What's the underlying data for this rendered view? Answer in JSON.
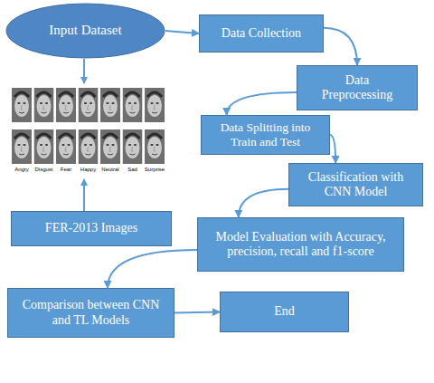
{
  "diagram": {
    "nodes": [
      {
        "text": [
          "Input Dataset"
        ]
      },
      {
        "text": [
          "Data Collection"
        ]
      },
      {
        "text": [
          "Data Preprocessing"
        ]
      },
      {
        "text": [
          "Data Splitting into Train and Test"
        ]
      },
      {
        "text": [
          "Classification with CNN Model"
        ]
      },
      {
        "text": [
          "Model Evaluation with Accuracy, precision, recall and f1-score"
        ]
      },
      {
        "text": [
          "Comparison between CNN and TL Models"
        ]
      },
      {
        "text": [
          "End"
        ]
      },
      {
        "text": [
          "FER-2013 Images"
        ]
      }
    ],
    "edges": [
      {
        "from": 0,
        "to": 1,
        "arrow": "to"
      },
      {
        "from": 1,
        "to": 2,
        "arrow": "to"
      },
      {
        "from": 2,
        "to": 3,
        "arrow": "to"
      },
      {
        "from": 3,
        "to": 4,
        "arrow": "to"
      },
      {
        "from": 4,
        "to": 5,
        "arrow": "to"
      },
      {
        "from": 5,
        "to": 6,
        "arrow": "to"
      },
      {
        "from": 6,
        "to": 7,
        "arrow": "to"
      }
    ],
    "labels": [
      "Angry",
      "Disgust",
      "Fear",
      "Happy",
      "Neutral",
      "Sad",
      "Surprise"
    ]
  }
}
